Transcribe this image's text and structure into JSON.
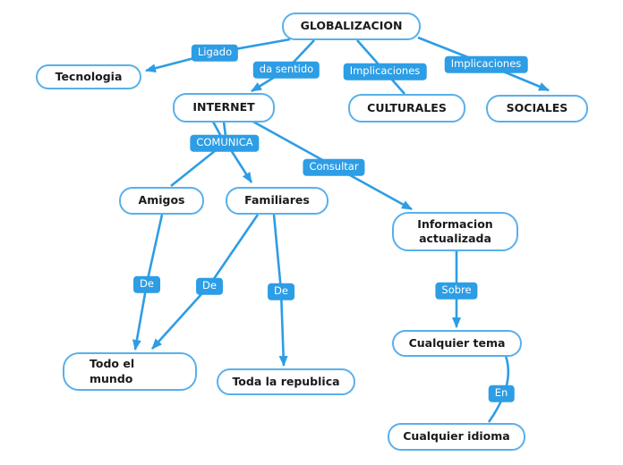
{
  "theme": {
    "background": "#ffffff",
    "edge_color": "#2d9de5",
    "node_border_color": "#58b0ec",
    "node_fill": "#ffffff",
    "node_text_color": "#1a1a1a",
    "label_bg": "#2d9de5",
    "label_text_color": "#ffffff"
  },
  "nodes": {
    "globalizacion": "GLOBALIZACION",
    "tecnologia": "Tecnologia",
    "internet": "INTERNET",
    "culturales": "CULTURALES",
    "sociales": "SOCIALES",
    "amigos": "Amigos",
    "familiares": "Familiares",
    "informacion_actualizada": "Informacion\nactualizada",
    "todo_el_mundo": "Todo el\nmundo",
    "toda_la_republica": "Toda la republica",
    "cualquier_tema": "Cualquier tema",
    "cualquier_idioma": "Cualquier idioma"
  },
  "link_labels": {
    "ligado": "Ligado",
    "da_sentido": "da sentido",
    "implicaciones_culturales": "Implicaciones",
    "implicaciones_sociales": "Implicaciones",
    "comunica": "COMUNICA",
    "consultar": "Consultar",
    "de_amigos_mundo": "De",
    "de_familiares_mundo": "De",
    "de_familiares_republica": "De",
    "sobre": "Sobre",
    "en": "En"
  },
  "relations": [
    {
      "from": "GLOBALIZACION",
      "label": "Ligado",
      "to": "Tecnologia"
    },
    {
      "from": "GLOBALIZACION",
      "label": "da sentido",
      "to": "INTERNET"
    },
    {
      "from": "GLOBALIZACION",
      "label": "Implicaciones",
      "to": "CULTURALES"
    },
    {
      "from": "GLOBALIZACION",
      "label": "Implicaciones",
      "to": "SOCIALES"
    },
    {
      "from": "INTERNET",
      "label": "COMUNICA",
      "to": "Amigos"
    },
    {
      "from": "INTERNET",
      "label": "COMUNICA",
      "to": "Familiares"
    },
    {
      "from": "INTERNET",
      "label": "Consultar",
      "to": "Informacion actualizada"
    },
    {
      "from": "Amigos",
      "label": "De",
      "to": "Todo el mundo"
    },
    {
      "from": "Familiares",
      "label": "De",
      "to": "Todo el mundo"
    },
    {
      "from": "Familiares",
      "label": "De",
      "to": "Toda la republica"
    },
    {
      "from": "Informacion actualizada",
      "label": "Sobre",
      "to": "Cualquier tema"
    },
    {
      "from": "Cualquier tema",
      "label": "En",
      "to": "Cualquier idioma"
    }
  ]
}
